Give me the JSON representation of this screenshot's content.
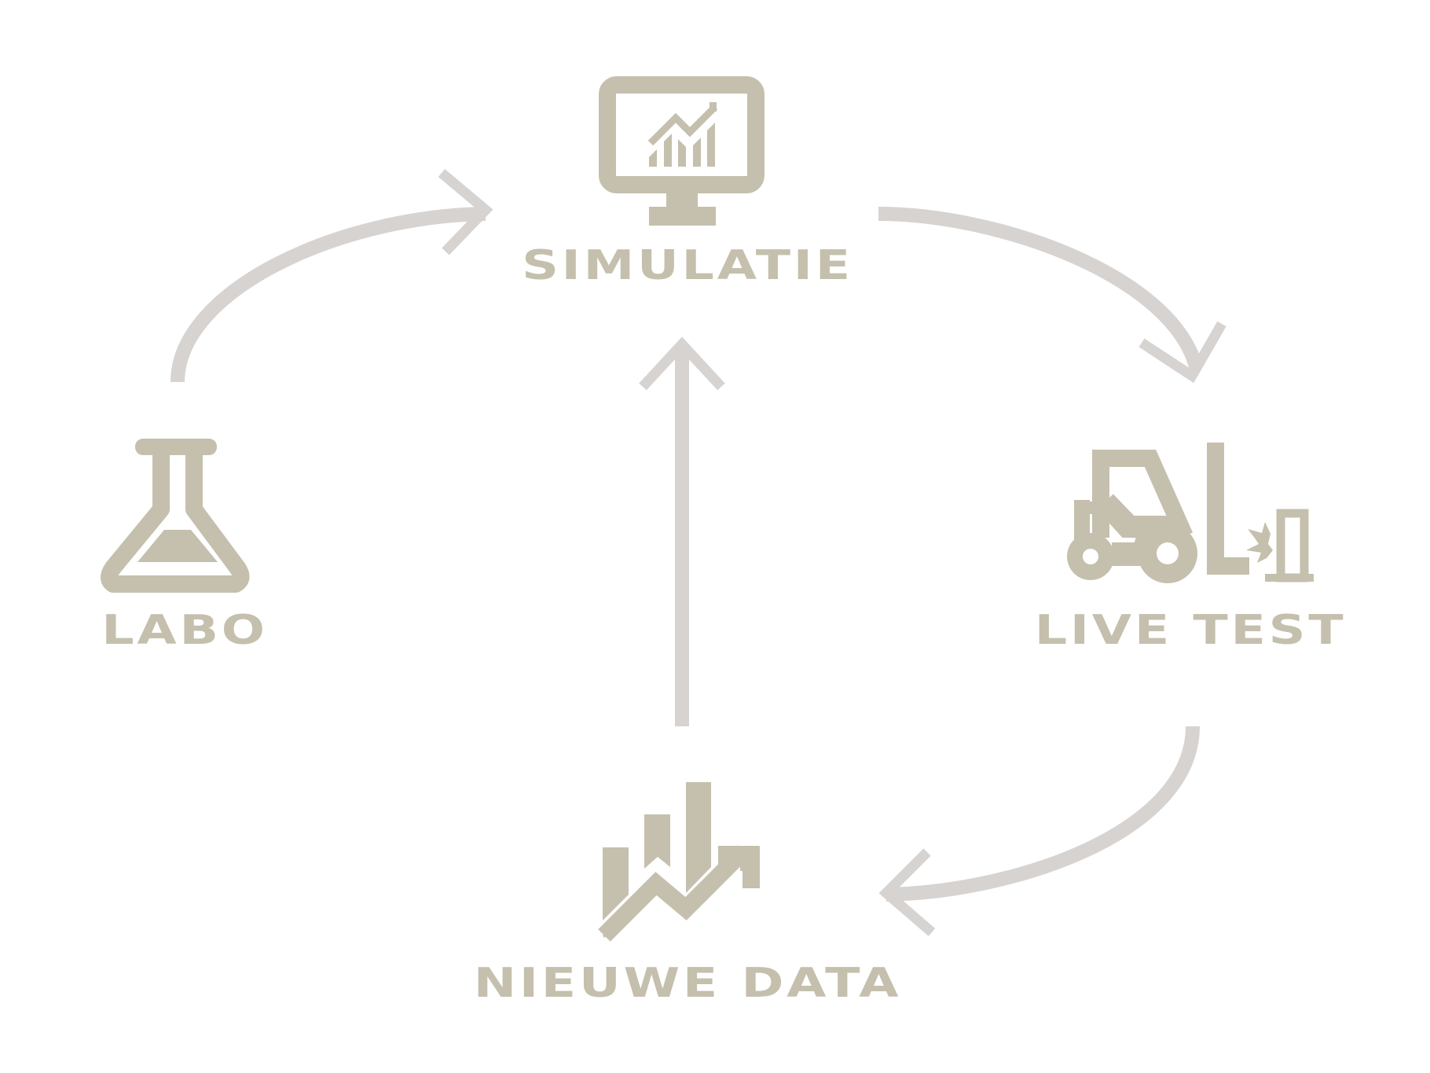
{
  "colors": {
    "icon": "#c4c0ad",
    "arrow": "#d6d3d1",
    "background": "#ffffff"
  },
  "nodes": {
    "simulatie": {
      "label": "SIMULATIE",
      "icon": "monitor-chart-icon"
    },
    "labo": {
      "label": "LABO",
      "icon": "flask-icon"
    },
    "live_test": {
      "label": "LIVE TEST",
      "icon": "forklift-icon"
    },
    "nieuwe_data": {
      "label": "NIEUWE DATA",
      "icon": "bar-chart-growth-icon"
    }
  },
  "edges": [
    {
      "from": "labo",
      "to": "simulatie"
    },
    {
      "from": "simulatie",
      "to": "live_test"
    },
    {
      "from": "live_test",
      "to": "nieuwe_data"
    },
    {
      "from": "nieuwe_data",
      "to": "simulatie"
    }
  ]
}
